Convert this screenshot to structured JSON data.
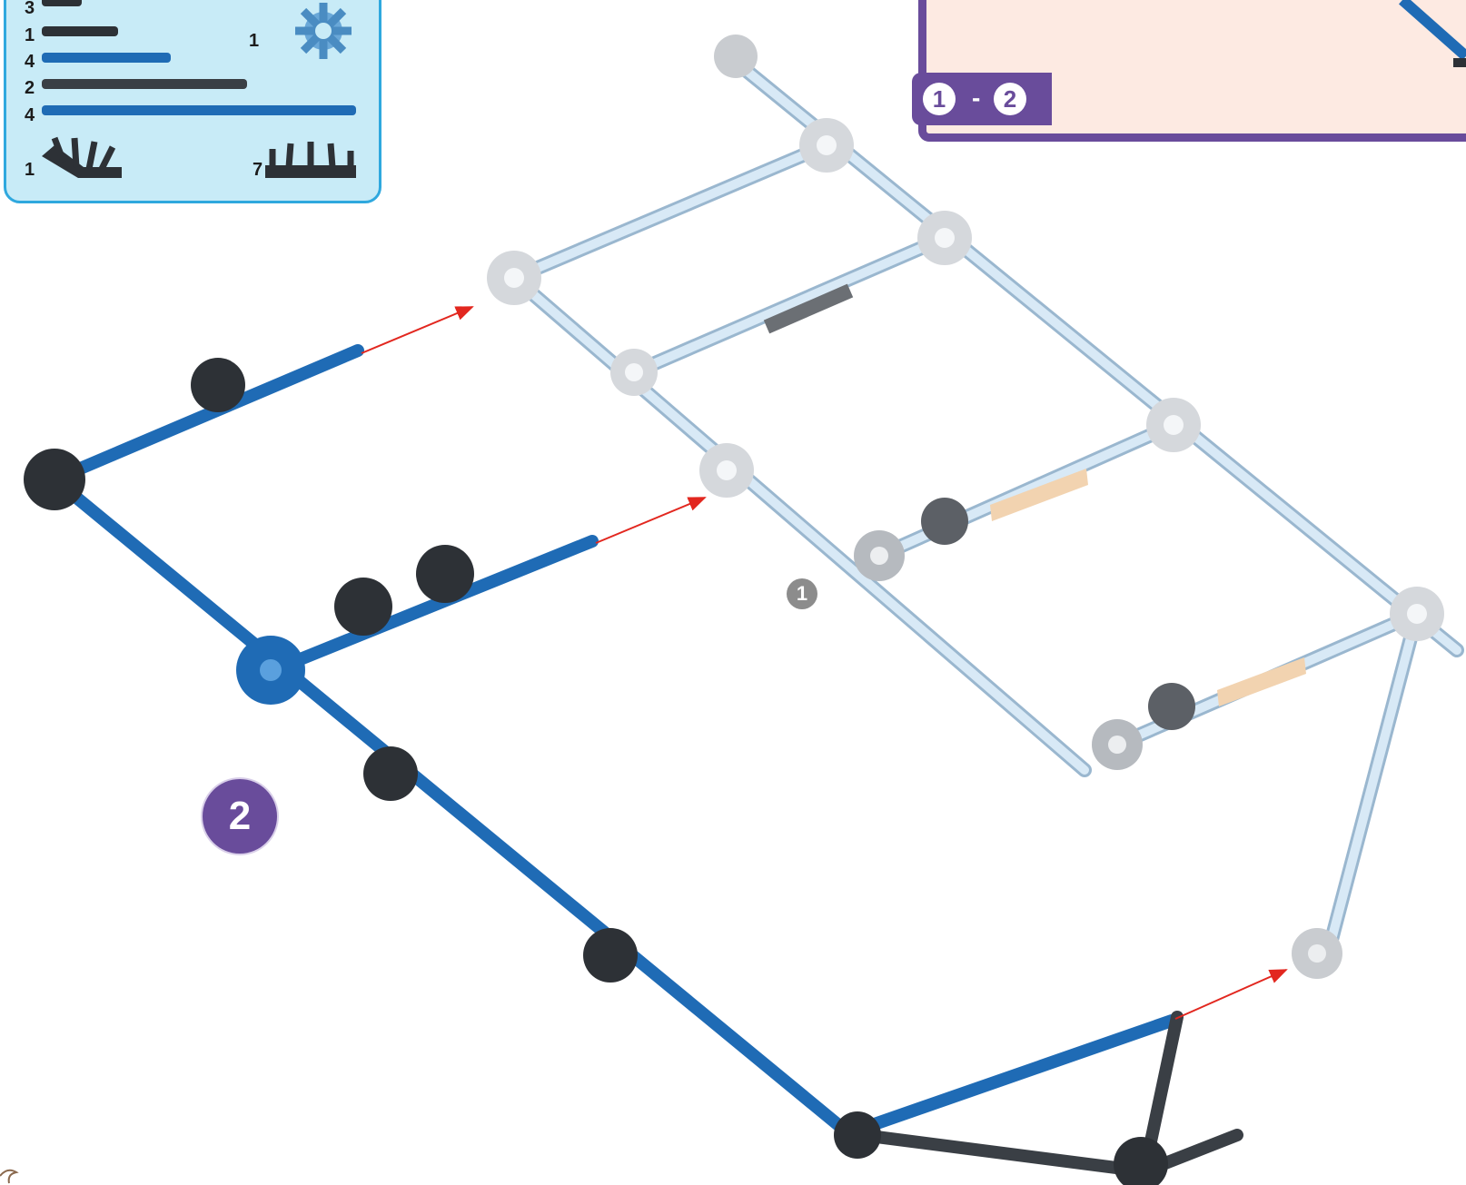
{
  "parts_list": {
    "rod_quantities": [
      "3",
      "1",
      "4",
      "2",
      "4"
    ],
    "connector_quantities": {
      "blue_round": "1",
      "dark_angled": "1",
      "dark_straight": "7"
    }
  },
  "reference_panel": {
    "from_step": "1",
    "separator": "-",
    "to_step": "2"
  },
  "step_number": "2",
  "sub_assembly_marker": "1",
  "colors": {
    "blue_rod": "#1f6bb5",
    "dark_part": "#2d3136",
    "light_part": "#cfe3f3",
    "arrow": "#e2271f",
    "step_purple": "#694c9b",
    "panel_blue": "#c8ebf7"
  }
}
